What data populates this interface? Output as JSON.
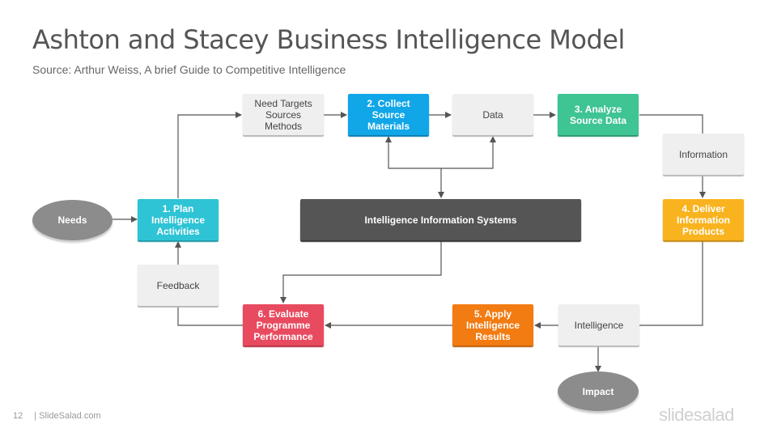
{
  "slide": {
    "title": "Ashton and Stacey Business Intelligence Model",
    "subtitle": "Source: Arthur Weiss, A brief Guide to Competitive Intelligence",
    "page_number": "12",
    "footer_text": "| SlideSalad.com",
    "logo_text": "slidesalad"
  },
  "colors": {
    "cyan": "#2ec4d6",
    "blue": "#10a6e8",
    "green": "#3fc494",
    "yellow": "#f9b31f",
    "orange": "#f27b12",
    "red": "#e84a5f",
    "dark": "#555555",
    "gray_box": "#efefef",
    "ellipse": "#8c8c8c",
    "line": "#555555"
  },
  "nodes": {
    "needs": "Needs",
    "plan": "1. Plan Intelligence Activities",
    "need_targets": "Need Targets Sources Methods",
    "collect": "2. Collect Source Materials",
    "data": "Data",
    "analyze": "3. Analyze Source Data",
    "information": "Information",
    "deliver": "4. Deliver Information Products",
    "intelligence": "Intelligence",
    "impact": "Impact",
    "apply": "5. Apply Intelligence Results",
    "evaluate": "6. Evaluate Programme Performance",
    "feedback": "Feedback",
    "iis": "Intelligence Information Systems"
  }
}
